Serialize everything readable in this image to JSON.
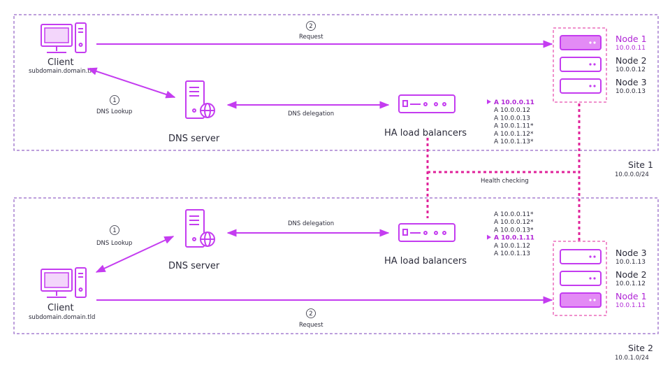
{
  "colors": {
    "accent": "#c43cf0",
    "accent_dark": "#9d1fbf",
    "text": "#2b2b3a"
  },
  "site1": {
    "name": "Site 1",
    "subnet": "10.0.0.0/24",
    "client_label": "Client",
    "client_host": "subdomain.domain.tld",
    "step1_num": "1",
    "step1_label": "DNS Lookup",
    "step2_num": "2",
    "step2_label": "Request",
    "dns_server_label": "DNS server",
    "delegation_label": "DNS delegation",
    "lb_label": "HA load balancers",
    "records": [
      {
        "text": "A 10.0.0.11",
        "active": true
      },
      {
        "text": "A 10.0.0.12",
        "active": false
      },
      {
        "text": "A 10.0.0.13",
        "active": false
      },
      {
        "text": "A 10.0.1.11*",
        "active": false
      },
      {
        "text": "A 10.0.1.12*",
        "active": false
      },
      {
        "text": "A 10.0.1.13*",
        "active": false
      }
    ],
    "nodes": [
      {
        "name": "Node 1",
        "ip": "10.0.0.11",
        "active": true
      },
      {
        "name": "Node 2",
        "ip": "10.0.0.12",
        "active": false
      },
      {
        "name": "Node 3",
        "ip": "10.0.0.13",
        "active": false
      }
    ]
  },
  "site2": {
    "name": "Site 2",
    "subnet": "10.0.1.0/24",
    "client_label": "Client",
    "client_host": "subdomain.domain.tld",
    "step1_num": "1",
    "step1_label": "DNS Lookup",
    "step2_num": "2",
    "step2_label": "Request",
    "dns_server_label": "DNS server",
    "delegation_label": "DNS delegation",
    "lb_label": "HA load balancers",
    "records": [
      {
        "text": "A 10.0.0.11*",
        "active": false
      },
      {
        "text": "A 10.0.0.12*",
        "active": false
      },
      {
        "text": "A 10.0.0.13*",
        "active": false
      },
      {
        "text": "A 10.0.1.11",
        "active": true
      },
      {
        "text": "A 10.0.1.12",
        "active": false
      },
      {
        "text": "A 10.0.1.13",
        "active": false
      }
    ],
    "nodes": [
      {
        "name": "Node 3",
        "ip": "10.0.1.13",
        "active": false
      },
      {
        "name": "Node 2",
        "ip": "10.0.1.12",
        "active": false
      },
      {
        "name": "Node 1",
        "ip": "10.0.1.11",
        "active": true
      }
    ]
  },
  "health_check_label": "Health checking"
}
